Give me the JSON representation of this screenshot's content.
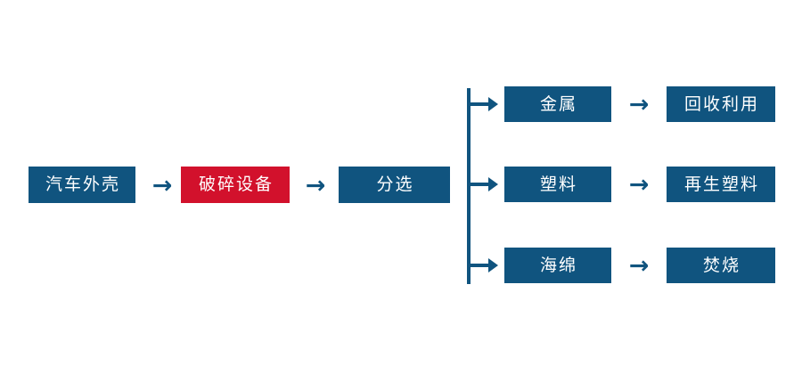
{
  "diagram": {
    "type": "process-flow",
    "background_color": "#ffffff",
    "palette": {
      "primary": "#10547f",
      "highlight": "#d2112c",
      "text": "#ffffff"
    },
    "main_chain": [
      {
        "label": "汽车外壳",
        "color": "#10547f",
        "emphasis": false
      },
      {
        "label": "破碎设备",
        "color": "#d2112c",
        "emphasis": true
      },
      {
        "label": "分选",
        "color": "#10547f",
        "emphasis": false
      }
    ],
    "connectors": {
      "arrow_glyph": "→",
      "chain_arrow_1": "→",
      "chain_arrow_2": "→",
      "branch_arrow_1": "→",
      "branch_arrow_2": "→",
      "branch_arrow_3": "→",
      "output_arrow_1": "→",
      "output_arrow_2": "→",
      "output_arrow_3": "→"
    },
    "branches": [
      {
        "material": "金属",
        "outcome": "回收利用"
      },
      {
        "material": "塑料",
        "outcome": "再生塑料"
      },
      {
        "material": "海绵",
        "outcome": "焚烧"
      }
    ]
  }
}
